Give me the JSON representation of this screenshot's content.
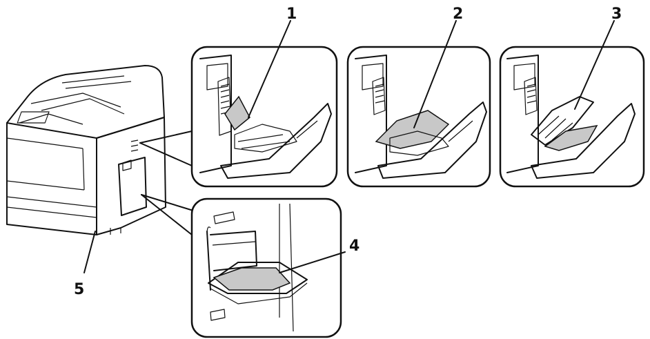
{
  "callouts": [
    {
      "id": 1,
      "label": "1"
    },
    {
      "id": 2,
      "label": "2"
    },
    {
      "id": 3,
      "label": "3"
    },
    {
      "id": 4,
      "label": "4"
    },
    {
      "id": 5,
      "label": "5"
    }
  ]
}
